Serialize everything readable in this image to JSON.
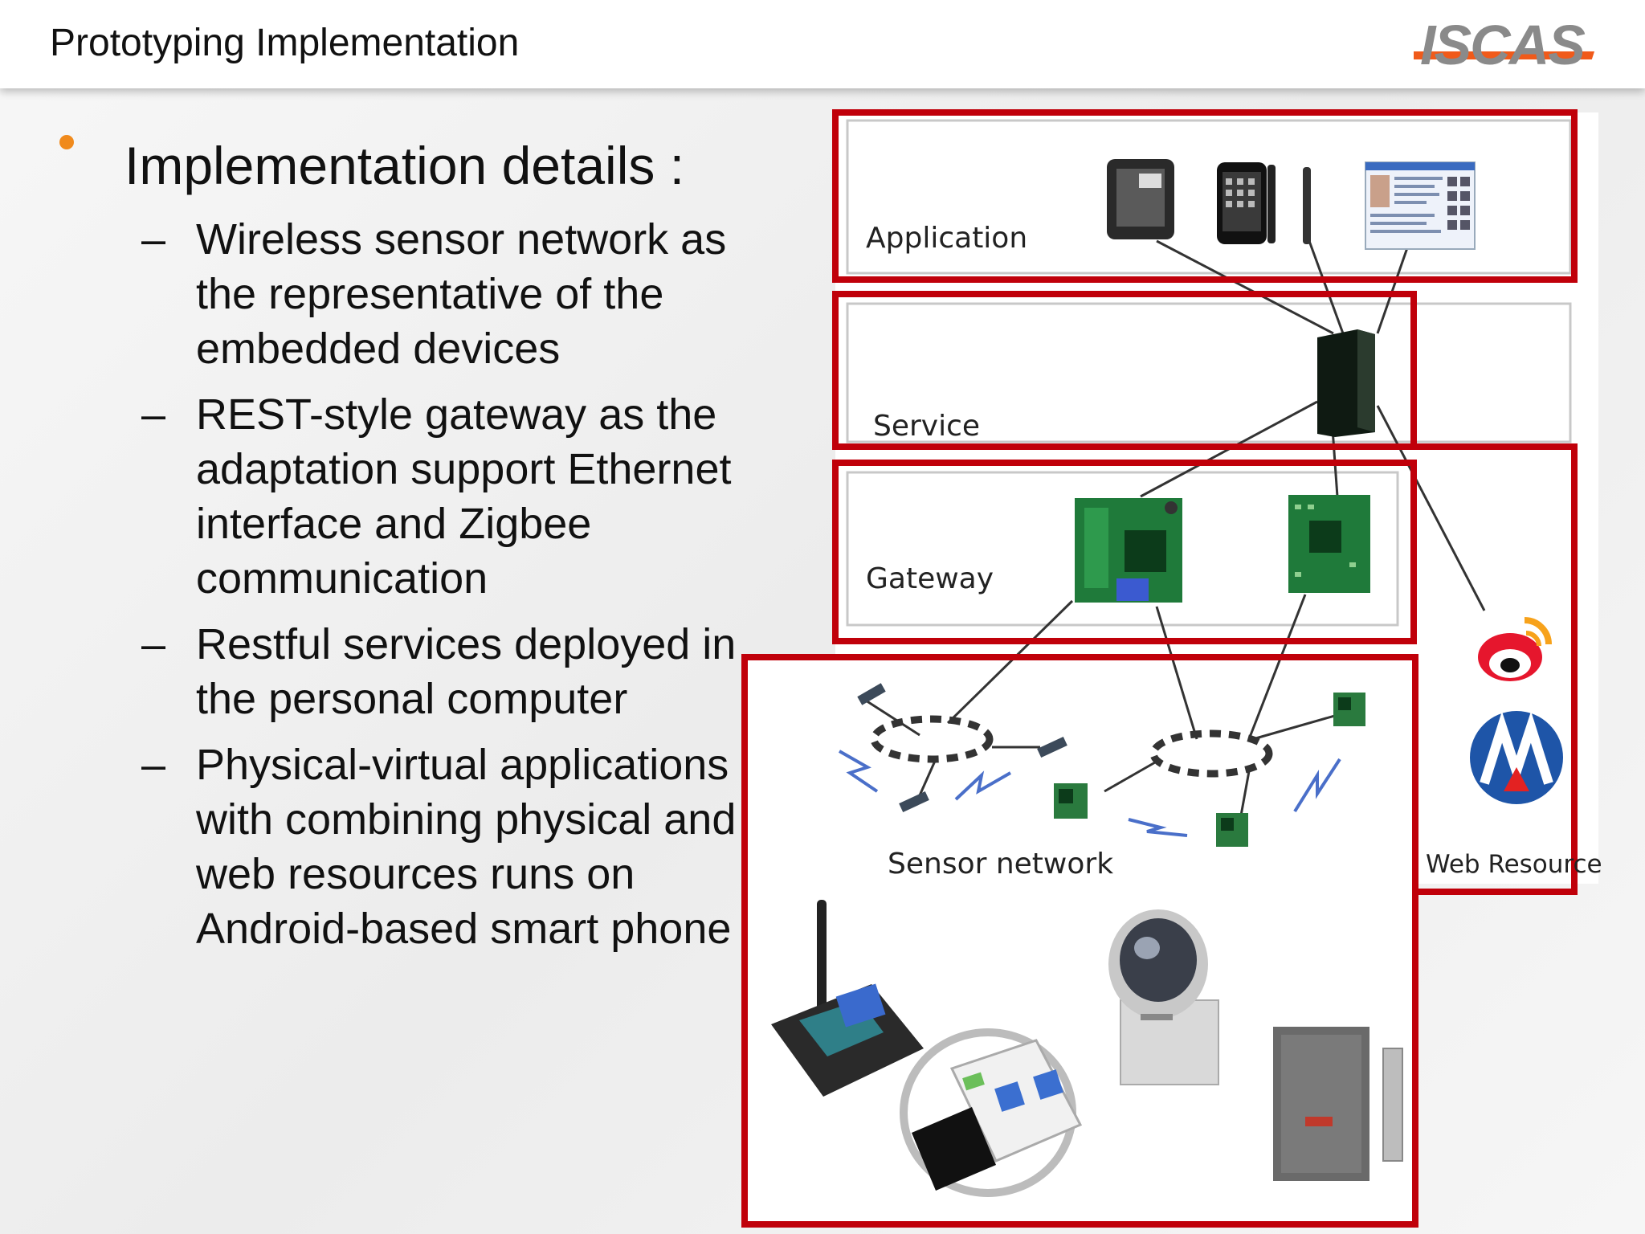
{
  "header": {
    "title": "Prototyping Implementation",
    "logo_text": "ISCAS"
  },
  "content": {
    "heading": "Implementation details :",
    "items": [
      {
        "dash": "–",
        "lines": [
          "Wireless sensor network as",
          "the representative of the",
          "embedded devices"
        ]
      },
      {
        "dash": "–",
        "lines": [
          "REST-style gateway as the",
          "adaptation support Ethernet",
          "interface and Zigbee",
          "communication"
        ]
      },
      {
        "dash": "–",
        "lines": [
          "Restful services deployed in",
          "the personal computer"
        ]
      },
      {
        "dash": "–",
        "lines": [
          "Physical-virtual applications",
          "with combining physical and",
          "web resources runs on",
          "Android-based smart phone"
        ]
      }
    ]
  },
  "diagram": {
    "layers": {
      "application": "Application",
      "service": "Service",
      "gateway": "Gateway",
      "sensor_network": "Sensor network",
      "web_resources": "Web Resource"
    }
  },
  "colors": {
    "bullet": "#f08a1c",
    "frame_red": "#c0000a",
    "logo_gray": "#8a8a8a",
    "logo_orange": "#f05a1a",
    "pcb_green": "#1f7a3a"
  }
}
